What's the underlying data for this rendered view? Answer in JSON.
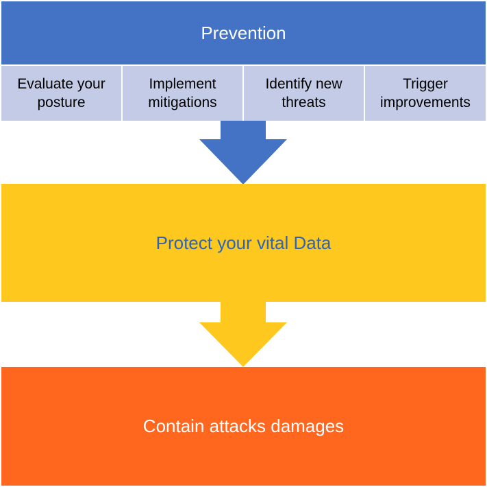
{
  "prevention": {
    "title": "Prevention",
    "steps": [
      "Evaluate your posture",
      "Implement mitigations",
      "Identify new threats",
      "Trigger improvements"
    ]
  },
  "protect": {
    "title": "Protect your vital Data"
  },
  "contain": {
    "title": "Contain attacks damages"
  },
  "colors": {
    "prevention": "#4472c4",
    "steps": "#c3cbe6",
    "protect": "#fec81e",
    "contain": "#ff671f"
  }
}
